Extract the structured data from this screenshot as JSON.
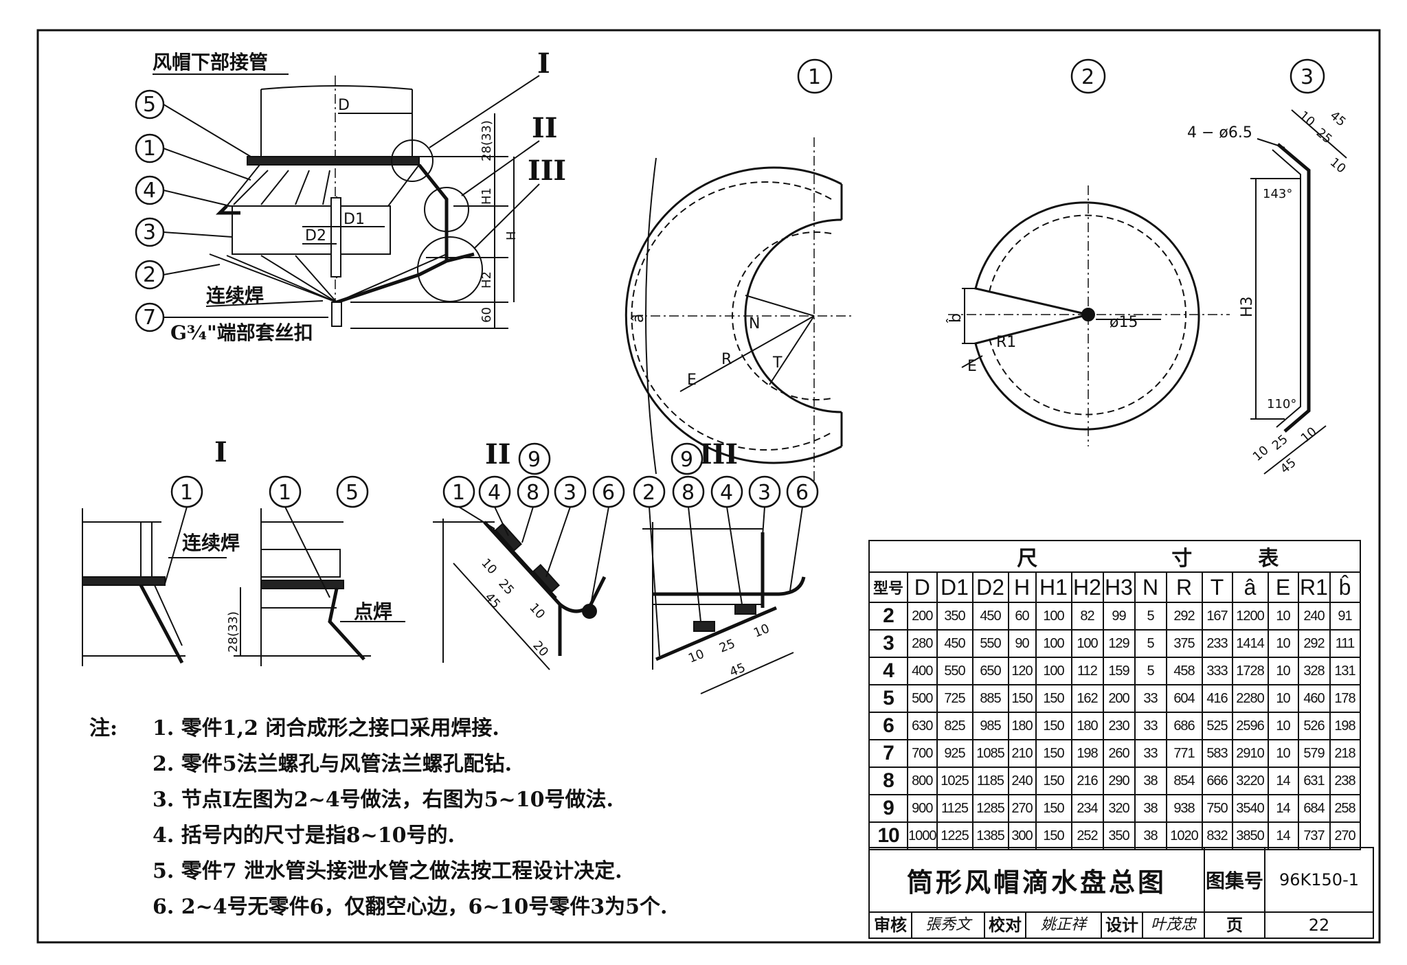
{
  "main_view": {
    "title": "风帽下部接管",
    "D": "D",
    "D1": "D1",
    "D2": "D2",
    "dim_28": "28(33)",
    "H1": "H1",
    "H": "H",
    "H2": "H2",
    "dim_60": "60",
    "weld": "连续焊",
    "thread": "G¾\"端部套丝扣",
    "callouts": [
      "5",
      "1",
      "4",
      "3",
      "2",
      "7"
    ],
    "detail_marks": [
      "I",
      "II",
      "III"
    ]
  },
  "view1": {
    "mark": "1",
    "a": "â",
    "R": "R",
    "N": "N",
    "T": "T",
    "E": "E"
  },
  "view2": {
    "mark": "2",
    "b": "b̂",
    "R1": "R1",
    "E": "E",
    "dia": "ø15"
  },
  "view3": {
    "mark": "3",
    "holes": "4 − ø6.5",
    "d10a": "10",
    "d25a": "25",
    "d45a": "45",
    "d10b": "10",
    "ang1": "143°",
    "H3": "H3",
    "ang2": "110°",
    "d10c": "10",
    "d25b": "25",
    "d10d": "10",
    "d45b": "45"
  },
  "detail1": {
    "mark": "I",
    "c1": "1",
    "c2": "1",
    "c3": "5",
    "weld": "连续焊",
    "spot": "点焊",
    "dim": "28(33)"
  },
  "detail2": {
    "mark": "II",
    "c9": "9",
    "calls": [
      "1",
      "4",
      "8",
      "3",
      "6"
    ],
    "d10": "10",
    "d25": "25",
    "d45": "45",
    "d10b": "10",
    "d20": "20"
  },
  "detail3": {
    "mark": "III",
    "c9": "9",
    "calls": [
      "2",
      "8",
      "4",
      "3",
      "6"
    ],
    "d10": "10",
    "d25": "25",
    "d10b": "10",
    "d45": "45"
  },
  "notes": {
    "heading": "注:",
    "items": [
      "1. 零件1,2 闭合成形之接口采用焊接.",
      "2. 零件5法兰螺孔与风管法兰螺孔配钻.",
      "3. 节点Ⅰ左图为2~4号做法，右图为5~10号做法.",
      "4. 括号内的尺寸是指8~10号的.",
      "5. 零件7 泄水管头接泄水管之做法按工程设计决定.",
      "6. 2~4号无零件6，仅翻空心边，6~10号零件3为5个."
    ]
  },
  "table": {
    "title": [
      "尺",
      "寸",
      "表"
    ],
    "headers": [
      "型号",
      "D",
      "D1",
      "D2",
      "H",
      "H1",
      "H2",
      "H3",
      "N",
      "R",
      "T",
      "â",
      "E",
      "R1",
      "b̂"
    ],
    "rows": [
      [
        "2",
        "200",
        "350",
        "450",
        "60",
        "100",
        "82",
        "99",
        "5",
        "292",
        "167",
        "1200",
        "10",
        "240",
        "91"
      ],
      [
        "3",
        "280",
        "450",
        "550",
        "90",
        "100",
        "100",
        "129",
        "5",
        "375",
        "233",
        "1414",
        "10",
        "292",
        "111"
      ],
      [
        "4",
        "400",
        "550",
        "650",
        "120",
        "100",
        "112",
        "159",
        "5",
        "458",
        "333",
        "1728",
        "10",
        "328",
        "131"
      ],
      [
        "5",
        "500",
        "725",
        "885",
        "150",
        "150",
        "162",
        "200",
        "33",
        "604",
        "416",
        "2280",
        "10",
        "460",
        "178"
      ],
      [
        "6",
        "630",
        "825",
        "985",
        "180",
        "150",
        "180",
        "230",
        "33",
        "686",
        "525",
        "2596",
        "10",
        "526",
        "198"
      ],
      [
        "7",
        "700",
        "925",
        "1085",
        "210",
        "150",
        "198",
        "260",
        "33",
        "771",
        "583",
        "2910",
        "10",
        "579",
        "218"
      ],
      [
        "8",
        "800",
        "1025",
        "1185",
        "240",
        "150",
        "216",
        "290",
        "38",
        "854",
        "666",
        "3220",
        "14",
        "631",
        "238"
      ],
      [
        "9",
        "900",
        "1125",
        "1285",
        "270",
        "150",
        "234",
        "320",
        "38",
        "938",
        "750",
        "3540",
        "14",
        "684",
        "258"
      ],
      [
        "10",
        "1000",
        "1225",
        "1385",
        "300",
        "150",
        "252",
        "350",
        "38",
        "1020",
        "832",
        "3850",
        "14",
        "737",
        "270"
      ]
    ]
  },
  "title_block": {
    "drawing_title": "筒形风帽滴水盘总图",
    "atlas_label": "图集号",
    "atlas_no": "96K150-1",
    "review": "审核",
    "review_sig": "張秀文",
    "check": "校对",
    "check_sig": "姚正祥",
    "design": "设计",
    "design_sig": "叶茂忠",
    "page_label": "页",
    "page_no": "22"
  }
}
